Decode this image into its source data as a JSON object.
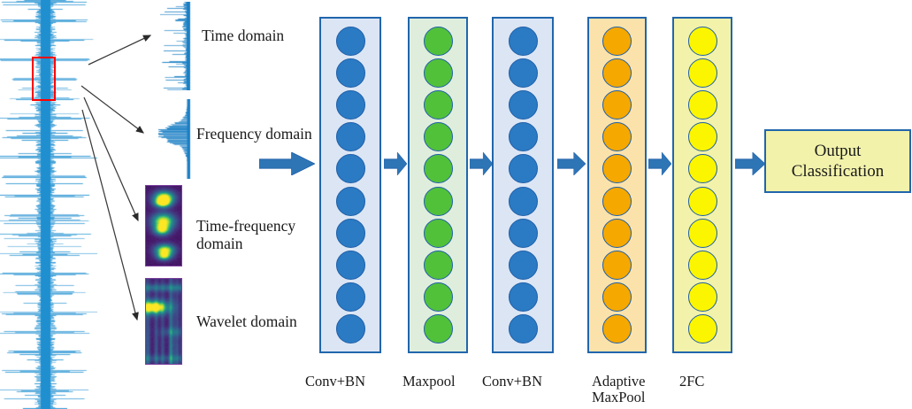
{
  "figure": {
    "type": "neural-network-architecture-diagram",
    "background_color": "#ffffff"
  },
  "signal": {
    "name": "raw-vibration-signal",
    "waveform_color": "#1f8fd0",
    "roi_color": "#ff0000",
    "roi_label": ""
  },
  "representations": [
    {
      "key": "time",
      "label": "Time domain",
      "plot_type": "waveform",
      "color": "#1b7fc4"
    },
    {
      "key": "frequency",
      "label": "Frequency domain",
      "plot_type": "spectrum",
      "color": "#1b7fc4"
    },
    {
      "key": "time_frequency",
      "label": "Time-frequency\ndomain",
      "plot_type": "spectrogram",
      "color": "#35b779"
    },
    {
      "key": "wavelet",
      "label": "Wavelet domain",
      "plot_type": "scalogram",
      "color": "#6ece58"
    }
  ],
  "network": {
    "layers": [
      {
        "key": "conv_bn_1",
        "caption": "Conv+BN",
        "box_fill": "#dbe5f4",
        "neuron_fill": "#2b7bc4",
        "neuron_count": 10
      },
      {
        "key": "maxpool",
        "caption": "Maxpool",
        "box_fill": "#dfeedc",
        "neuron_fill": "#52c13a",
        "neuron_count": 10
      },
      {
        "key": "conv_bn_2",
        "caption": "Conv+BN",
        "box_fill": "#dbe5f4",
        "neuron_fill": "#2b7bc4",
        "neuron_count": 10
      },
      {
        "key": "adaptive_maxpool",
        "caption": "Adaptive\nMaxPool",
        "box_fill": "#fbe2ab",
        "neuron_fill": "#f5a800",
        "neuron_count": 10
      },
      {
        "key": "fc",
        "caption": "2FC",
        "box_fill": "#f2f2ab",
        "neuron_fill": "#fbf600",
        "neuron_count": 10
      }
    ],
    "border_color": "#2166ac",
    "arrow_color": "#2e75b6",
    "arrow_count": 6
  },
  "output": {
    "label": "Output\nClassification",
    "fill": "#f2f2ab",
    "border": "#2166ac"
  }
}
